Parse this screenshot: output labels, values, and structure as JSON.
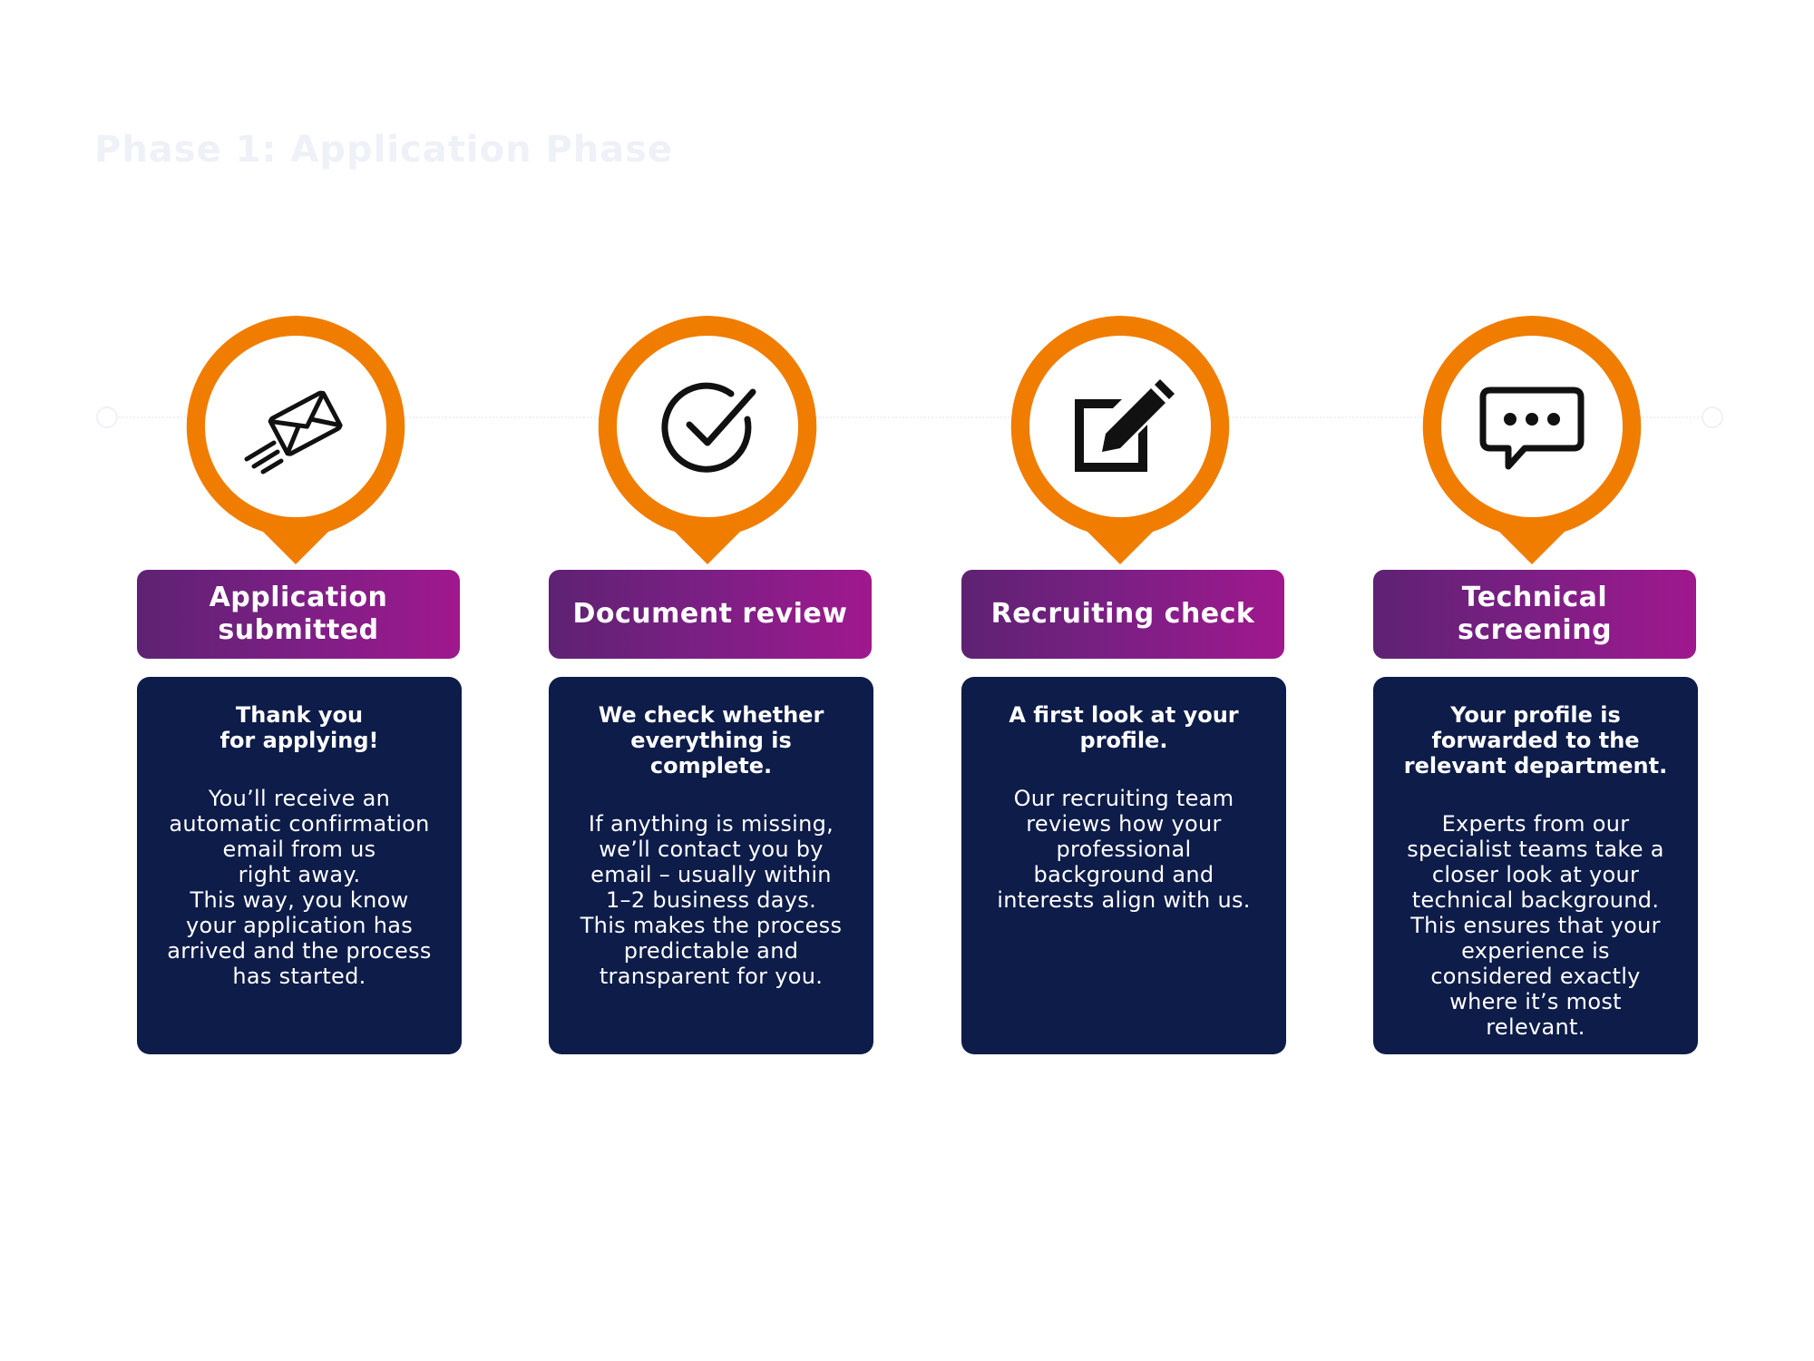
{
  "page": {
    "title": "Phase 1: Application Phase"
  },
  "colors": {
    "orange": "#f07d00",
    "purple_start": "#5e2272",
    "purple_end": "#a0188d",
    "navy": "#0d1c49",
    "faded_title": "#eef1f7"
  },
  "steps": [
    {
      "icon": "email-send-icon",
      "label": "Application\nsubmitted",
      "lead": "Thank you\nfor applying!",
      "body": "You’ll receive an\nautomatic confirmation\nemail from us\nright away.\nThis way, you know\nyour application has\narrived and the process\nhas started."
    },
    {
      "icon": "checkmark-circle-icon",
      "label": "Document review",
      "lead": "We check whether\neverything is complete.",
      "body": "If anything is missing,\nwe’ll contact you by\nemail – usually within\n1–2 business days.\nThis makes the process\npredictable and\ntransparent for you."
    },
    {
      "icon": "edit-pencil-icon",
      "label": "Recruiting check",
      "lead": "A first look at your\nprofile.",
      "body": "Our recruiting team\nreviews how your\nprofessional\nbackground and\ninterests align with us."
    },
    {
      "icon": "chat-bubble-icon",
      "label": "Technical screening",
      "lead": "Your profile is\nforwarded to the\nrelevant department.",
      "body": "Experts from our\nspecialist teams take a\ncloser look at your\ntechnical background.\nThis ensures that your\nexperience is\nconsidered exactly\nwhere it’s most\nrelevant."
    }
  ]
}
